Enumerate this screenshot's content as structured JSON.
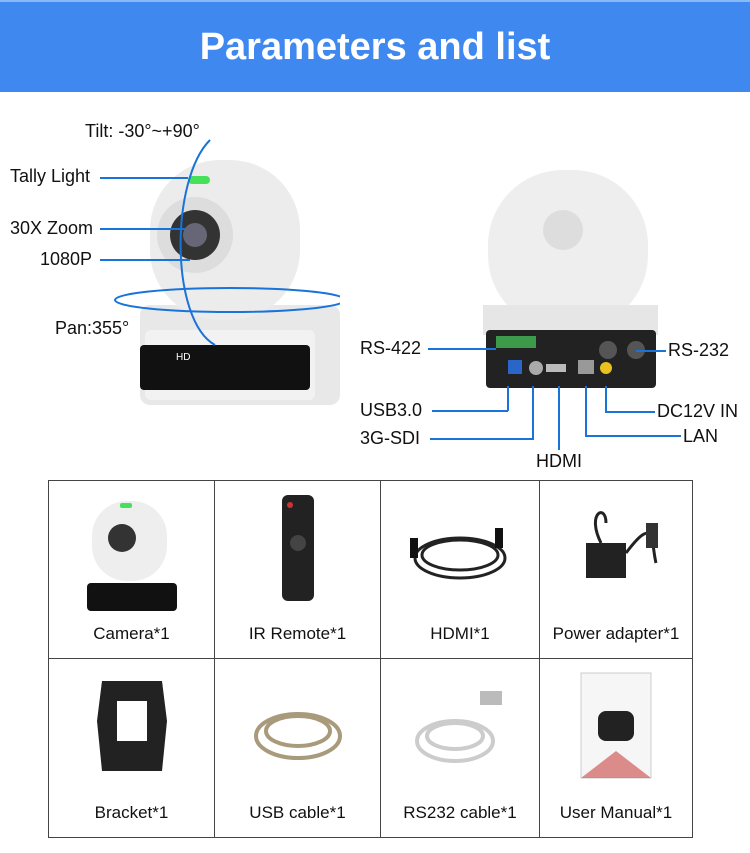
{
  "header": {
    "title": "Parameters and list"
  },
  "front_labels": {
    "tilt": "Tilt: -30°~+90°",
    "tally": "Tally Light",
    "zoom": "30X Zoom",
    "resolution": "1080P",
    "pan": "Pan:355°",
    "badge": "HD"
  },
  "rear_labels": {
    "rs422": "RS-422",
    "rs232": "RS-232",
    "usb": "USB3.0",
    "dc": "DC12V IN",
    "sdi": "3G-SDI",
    "lan": "LAN",
    "hdmi": "HDMI"
  },
  "package": [
    {
      "label": "Camera*1",
      "icon": "camera"
    },
    {
      "label": "IR Remote*1",
      "icon": "remote"
    },
    {
      "label": "HDMI*1",
      "icon": "hdmi-cable"
    },
    {
      "label": "Power adapter*1",
      "icon": "power-adapter"
    },
    {
      "label": "Bracket*1",
      "icon": "bracket"
    },
    {
      "label": "USB cable*1",
      "icon": "usb-cable"
    },
    {
      "label": "RS232 cable*1",
      "icon": "rs232-cable"
    },
    {
      "label": "User Manual*1",
      "icon": "manual"
    }
  ],
  "colors": {
    "accent": "#3f88f0",
    "line": "#1a73d9"
  }
}
